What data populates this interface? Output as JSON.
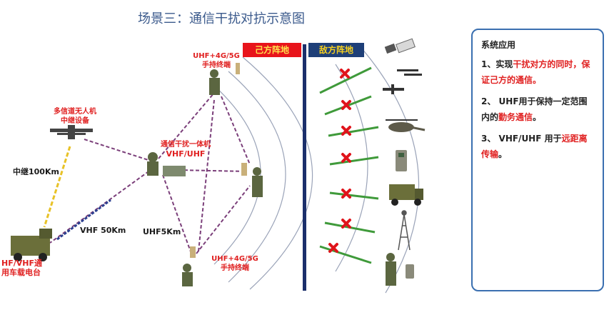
{
  "title": "场景三：通信干扰对抗示意图",
  "sides": {
    "own": "己方阵地",
    "enemy": "敌方阵地"
  },
  "labels": {
    "uhf_top_1": "UHF+4G/5G",
    "uhf_top_2": "手持终端",
    "uav_1": "多信道无人机",
    "uav_2": "中继设备",
    "relay": "中继100Km",
    "jammer_1": "通信干扰一体机",
    "jammer_2": "VHF/UHF",
    "vhf": "VHF 50Km",
    "uhf5": "UHF5Km",
    "vehicle_1": "HF/VHF通",
    "vehicle_2": "用车载电台",
    "uhf_bot_1": "UHF+4G/5G",
    "uhf_bot_2": "手持终端"
  },
  "panel": {
    "title": "系统应用",
    "item1_a": "1、实现",
    "item1_b": "干扰对方的同时，",
    "item1_c": "保证己方的通信。",
    "item2_a": "2、 UHF用于保持一定范围内的",
    "item2_b": "勤务通信",
    "item2_c": "。",
    "item3_a": "3、 VHF/UHF 用于",
    "item3_b": "远距离传输",
    "item3_c": "。"
  },
  "colors": {
    "own_bg": "#e8141b",
    "own_text": "#ffe14d",
    "enemy_bg": "#1e3f78",
    "enemy_text": "#f5d020",
    "divider": "#1b2f6b",
    "link": "#7b3f7a",
    "jam": "#3f9a3a",
    "cross": "#e0141b",
    "accent": "#e02020"
  },
  "icons": [
    "satellite-icon",
    "drone-icon",
    "helicopter-icon",
    "radio-icon",
    "truck-icon",
    "tower-icon",
    "soldier-icon",
    "vehicle-icon",
    "uav-icon",
    "jammer-icon"
  ]
}
